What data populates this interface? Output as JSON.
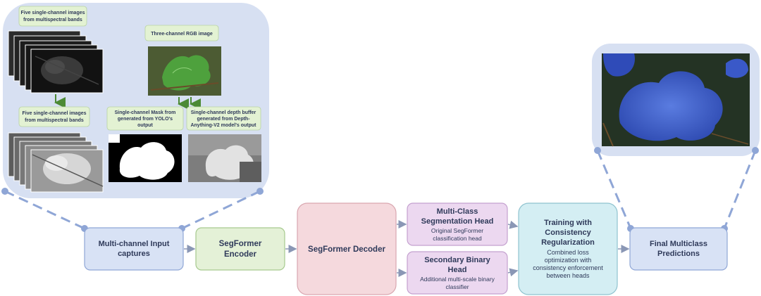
{
  "top_panel": {
    "label_multispectral_raw": [
      "Five single-channel images",
      "from multispectral bands"
    ],
    "label_multispectral_processed": [
      "Five single-channel images",
      "from multispectral bands"
    ],
    "label_rgb": "Three-channel RGB image",
    "label_mask": [
      "Single-channel Mask from",
      "generated from YOLO's",
      "output"
    ],
    "label_depth": [
      "Single-channel depth buffer",
      "generated from Depth-",
      "Anything-V2 model's output"
    ]
  },
  "pipeline": {
    "input": [
      "Multi-channel Input",
      "captures"
    ],
    "encoder": [
      "SegFormer",
      "Encoder"
    ],
    "decoder": "SegFormer Decoder",
    "multiclass_head": {
      "title": [
        "Multi-Class",
        "Segmentation Head"
      ],
      "desc": [
        "Original SegFormer",
        "classification head"
      ]
    },
    "binary_head": {
      "title": [
        "Secondary Binary",
        "Head"
      ],
      "desc": [
        "Additional multi-scale binary",
        "classifier"
      ]
    },
    "training": {
      "title": [
        "Training with",
        "Consistency",
        "Regularization"
      ],
      "desc": [
        "Combined loss",
        "optimization with",
        "consistency enforcement",
        "between heads"
      ]
    },
    "output": [
      "Final Multiclass",
      "Predictions"
    ]
  },
  "colors": {
    "panel_bg": "#d7e0f2",
    "blue_node": "#d8e2f5",
    "green_node": "#e4f1d7",
    "pink_node": "#f5d9dd",
    "purple_node": "#ecd8f0",
    "teal_node": "#d4eef3",
    "label_box": "#e3f2d3",
    "dash": "#8fa6d6",
    "arrow": "#8a97b5",
    "green_arrow": "#4c8a35"
  }
}
